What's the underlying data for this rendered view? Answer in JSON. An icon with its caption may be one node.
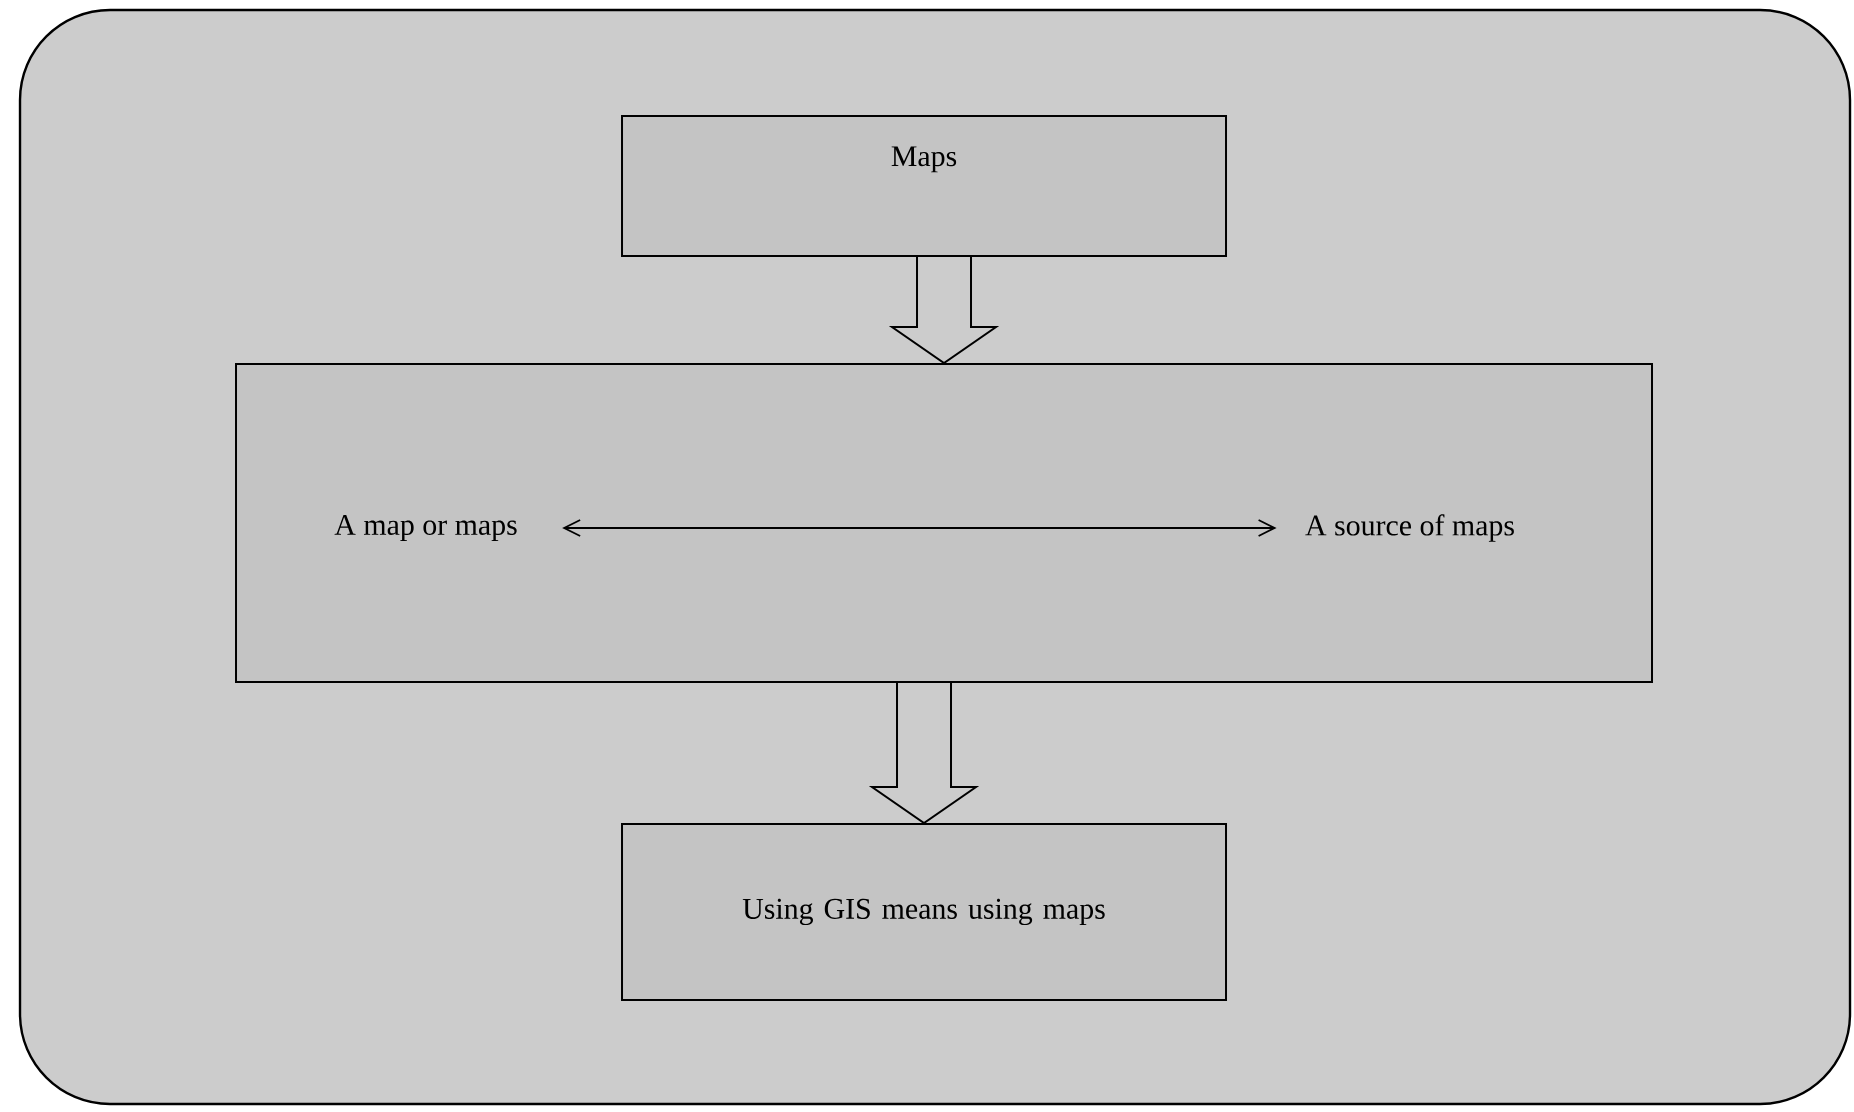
{
  "diagram": {
    "nodes": [
      {
        "text": [],
        "shape": "box"
      },
      {
        "text": [
          "Maps"
        ],
        "in": 0
      },
      {
        "text": [],
        "shape": "box",
        "in": 0
      },
      {
        "text": [
          "A map or maps"
        ],
        "in": 2
      },
      {
        "text": [
          "A source of maps"
        ],
        "in": 2
      },
      {
        "text": [
          "Using GIS means using maps"
        ],
        "in": 0
      }
    ],
    "edges": [
      {
        "from": 1,
        "to": 2,
        "arrow": "to",
        "style": "thick"
      },
      {
        "from": 3,
        "to": 4,
        "arrow": "both"
      },
      {
        "from": 2,
        "to": 5,
        "arrow": "to",
        "style": "thick"
      }
    ]
  }
}
